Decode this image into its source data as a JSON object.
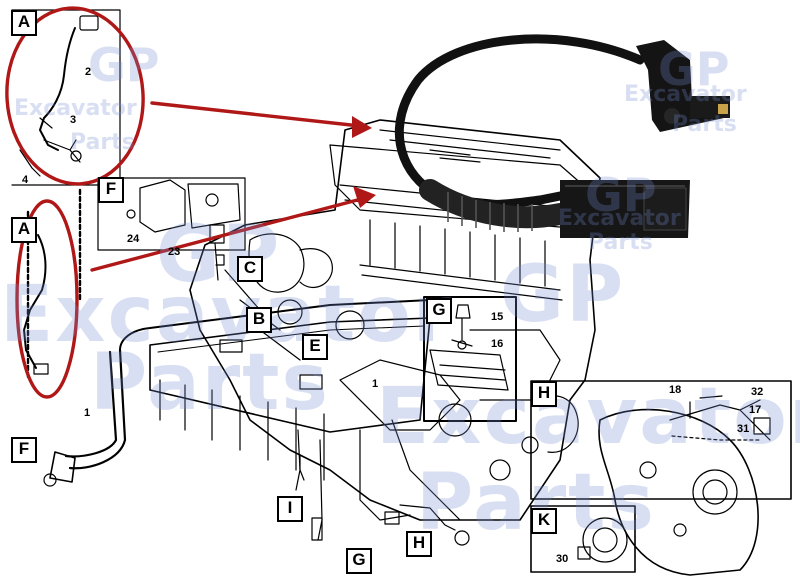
{
  "watermark": {
    "brand": "GP",
    "line1": "Excavator",
    "line2": "Parts"
  },
  "callouts": {
    "A": "A",
    "F": "F",
    "C": "C",
    "B": "B",
    "E": "E",
    "G": "G",
    "H": "H",
    "I": "I",
    "K": "K"
  },
  "numbers": {
    "n1": "1",
    "n2": "2",
    "n3": "3",
    "n4": "4",
    "n15": "15",
    "n16": "16",
    "n17": "17",
    "n18": "18",
    "n23": "23",
    "n24": "24",
    "n30": "30",
    "n31": "31",
    "n32": "32"
  },
  "colors": {
    "highlight": "#b01818",
    "ink": "#000000",
    "watermark": "#8c9bd6"
  }
}
